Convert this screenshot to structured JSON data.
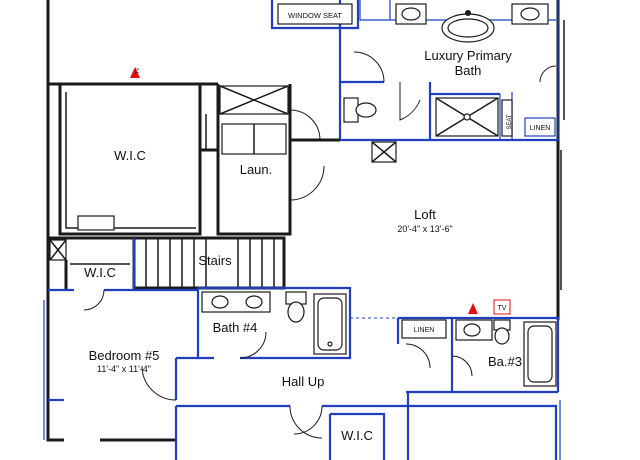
{
  "plan": {
    "rooms": {
      "window_seat": "WINDOW SEAT",
      "primary_bath_line1": "Luxury Primary",
      "primary_bath_line2": "Bath",
      "seat": "SEAT",
      "linen_top": "LINEN",
      "wic_main": "W.I.C",
      "laundry": "Laun.",
      "loft": "Loft",
      "loft_dims": "20'-4\" x 13'-6\"",
      "stairs": "Stairs",
      "wic_small": "W.I.C",
      "bath4": "Bath #4",
      "bedroom5": "Bedroom #5",
      "bedroom5_dims": "11'-4\" x 11'-4\"",
      "hall_up": "Hall Up",
      "linen_right": "LINEN",
      "bath3": "Ba.#3",
      "wic_bottom": "W.I.C"
    },
    "markers": {
      "tv_top": "TV",
      "tv_right": "TV"
    },
    "colors": {
      "wall": "#1a1a1a",
      "accent_blue": "#1f3fbf",
      "marker_red": "#e01010"
    }
  }
}
